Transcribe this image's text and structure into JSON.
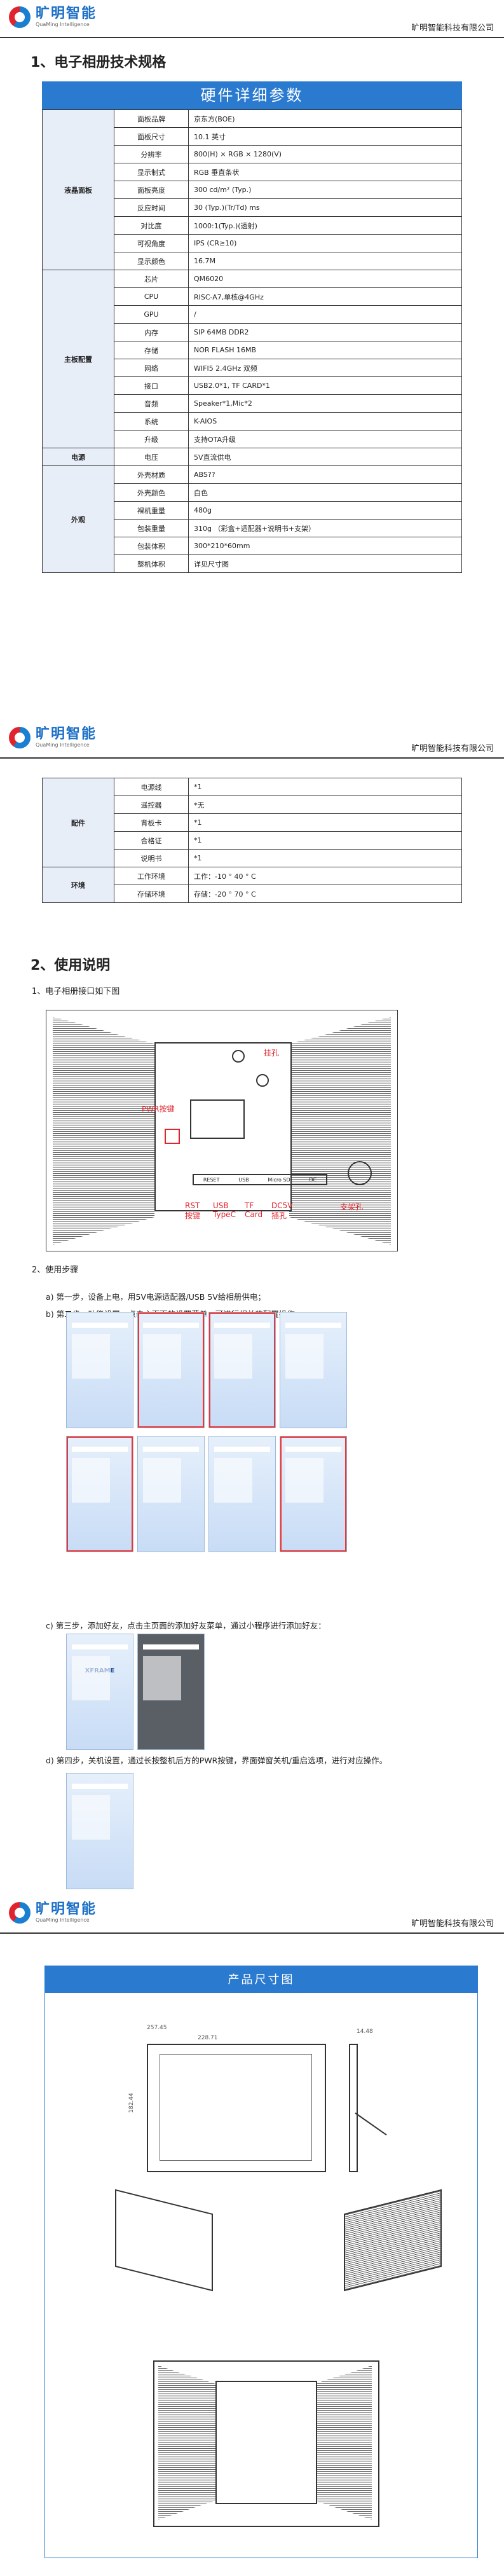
{
  "header": {
    "logo_cn": "旷明智能",
    "logo_en": "QuaMing Intelligence",
    "company": "旷明智能科技有限公司"
  },
  "section1": {
    "title": "1、电子相册技术规格",
    "banner": "硬件详细参数"
  },
  "spec": {
    "lcd": {
      "cat": "液晶面板",
      "rows": [
        [
          "面板品牌",
          "京东方(BOE)"
        ],
        [
          "面板尺寸",
          "10.1 英寸"
        ],
        [
          "分辨率",
          "800(H) × RGB × 1280(V)"
        ],
        [
          "显示制式",
          "RGB 垂直条状"
        ],
        [
          "面板亮度",
          "300 cd/m² (Typ.)"
        ],
        [
          "反应时间",
          "30 (Typ.)(Tr/Td) ms"
        ],
        [
          "对比度",
          "1000:1(Typ.)(透射)"
        ],
        [
          "可视角度",
          "IPS (CR≥10)"
        ],
        [
          "显示颜色",
          "16.7M"
        ]
      ]
    },
    "config": {
      "cat": "主板配置",
      "rows": [
        [
          "芯片",
          "QM6020"
        ],
        [
          "CPU",
          "RISC-A7,单核@4GHz"
        ],
        [
          "GPU",
          "/"
        ],
        [
          "内存",
          "SIP 64MB DDR2"
        ],
        [
          "存储",
          "NOR FLASH 16MB"
        ],
        [
          "网络",
          "WIFI5 2.4GHz 双频"
        ],
        [
          "接口",
          "USB2.0*1, TF CARD*1"
        ],
        [
          "音频",
          "Speaker*1,Mic*2"
        ],
        [
          "系统",
          "K-AIOS"
        ],
        [
          "升级",
          "支持OTA升级"
        ]
      ]
    },
    "power": {
      "cat": "电源",
      "rows": [
        [
          "电压",
          "5V直流供电"
        ]
      ]
    },
    "appearance": {
      "cat": "外观",
      "rows": [
        [
          "外壳材质",
          "ABS??"
        ],
        [
          "外壳颜色",
          "白色"
        ],
        [
          "裸机重量",
          "480g"
        ],
        [
          "包装重量",
          "310g （彩盒+适配器+说明书+支架）"
        ],
        [
          "包装体积",
          "300*210*60mm"
        ],
        [
          "整机体积",
          "详见尺寸图"
        ]
      ]
    },
    "accessories": {
      "cat": "配件",
      "rows": [
        [
          "电源线",
          "*1"
        ],
        [
          "遥控器",
          "*无"
        ],
        [
          "背板卡",
          "*1"
        ],
        [
          "合格证",
          "*1"
        ],
        [
          "说明书",
          "*1"
        ]
      ]
    },
    "environment": {
      "cat": "环境",
      "rows": [
        [
          "工作环境",
          "工作：-10 ° 40 ° C"
        ],
        [
          "存储环境",
          "存储：-20 ° 70 ° C"
        ]
      ]
    }
  },
  "section2": {
    "title": "2、使用说明",
    "sub1": "1、电子相册接口如下图",
    "labels": {
      "hook": "挂孔",
      "pwr": "PWR按键",
      "rst": "RST\n按键",
      "usb": "USB\nTypeC",
      "tf": "TF\nCard",
      "dc": "DC5V\n插孔",
      "stand": "支架孔",
      "port_rst": "RESET",
      "port_usb": "USB",
      "port_tf": "Micro SD",
      "port_dc": "DC"
    },
    "sub2": "2、使用步骤",
    "steps": [
      "a)  第一步，设备上电，用5V电源适配器/USB 5V给相册供电；",
      "b)  第二步，功能设置，点击主页面的设置菜单，可进行相关的配置操作：",
      "c)  第三步，添加好友，点击主页面的添加好友菜单，通过小程序进行添加好友：",
      "d)  第四步，关机设置，通过长按整机后方的PWR按键，界面弹窗关机/重启选项，进行对应操作。"
    ],
    "shot_title": "XFRAME"
  },
  "section3": {
    "banner": "产品尺寸图",
    "dim_w1": "257.45",
    "dim_w2": "228.71",
    "dim_side": "14.48",
    "dim_h": "182.44"
  },
  "colors": {
    "accent": "#2a7ad0",
    "red": "#e0232c"
  }
}
